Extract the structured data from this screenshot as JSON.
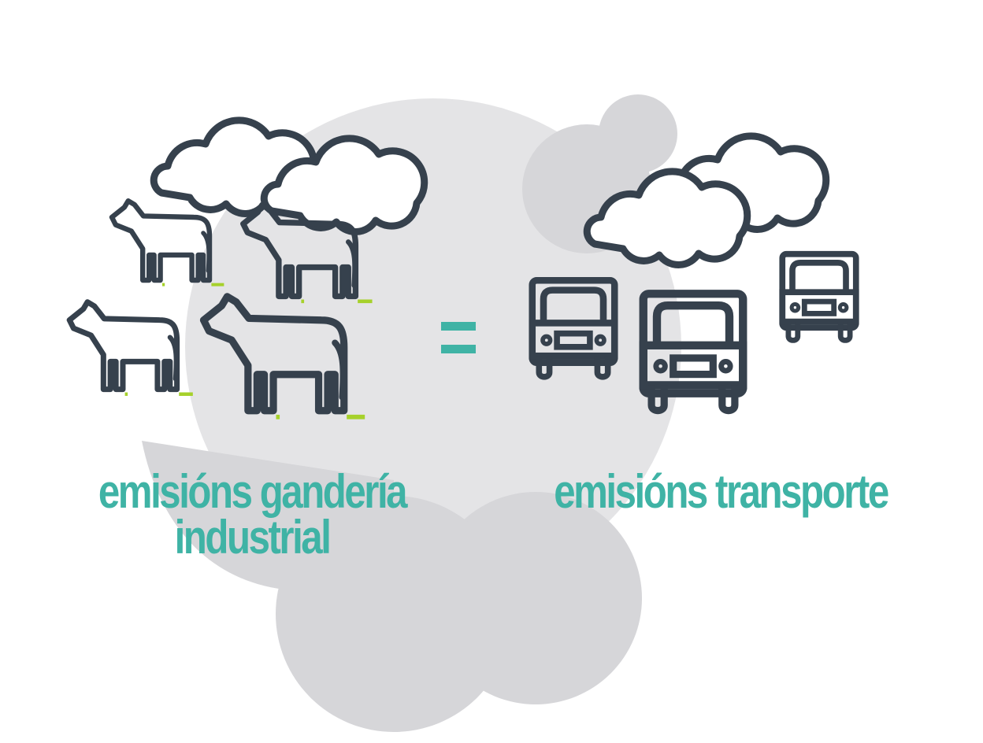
{
  "labels": {
    "livestock": "emisións gandería industrial",
    "livestock_line1": "emisións gandería",
    "livestock_line2": "industrial",
    "transport": "emisións transporte"
  },
  "icons": {
    "cow": "cow-icon",
    "cloud": "cloud-icon",
    "truck": "truck-icon",
    "equals": "equals-sign"
  },
  "colors": {
    "outline": "#36414d",
    "accent_teal": "#3fb3a5",
    "accent_green": "#a6d12b",
    "blob_light": "#e4e4e6",
    "blob_mid": "#d6d6d9"
  }
}
